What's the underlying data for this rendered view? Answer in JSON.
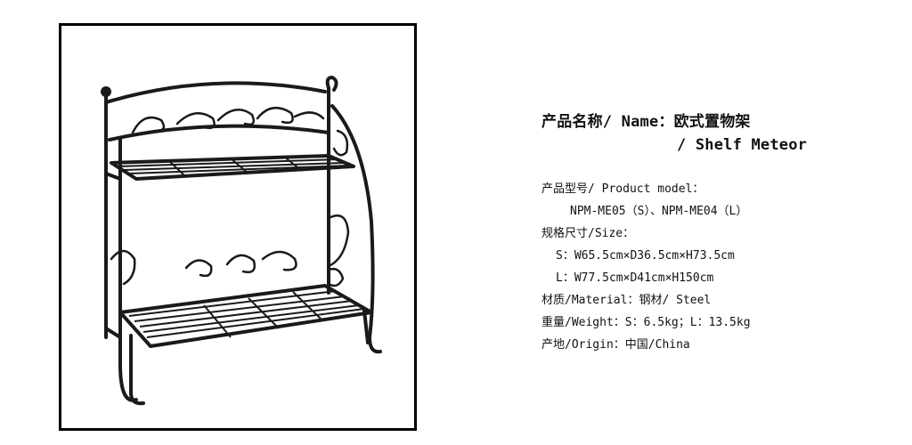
{
  "product_image": {
    "alt": "Shelf Meteor"
  },
  "title": {
    "line1": "产品名称/ Name：欧式置物架",
    "line2": "/ Shelf Meteor"
  },
  "specs": {
    "model_label": "产品型号/ Product model：",
    "model_value": "NPM-ME05（S）、NPM-ME04（L）",
    "size_label": "规格尺寸/Size：",
    "size_s": "S：W65.5cm×D36.5cm×H73.5cm",
    "size_l": "L：W77.5cm×D41cm×H150cm",
    "material": "材质/Material：钢材/ Steel",
    "weight": "重量/Weight：S：6.5kg；L：13.5kg",
    "origin": "产地/Origin：中国/China"
  },
  "colors": {
    "frame_border": "#000000",
    "metal": "#1a1a1a",
    "text": "#111111"
  }
}
